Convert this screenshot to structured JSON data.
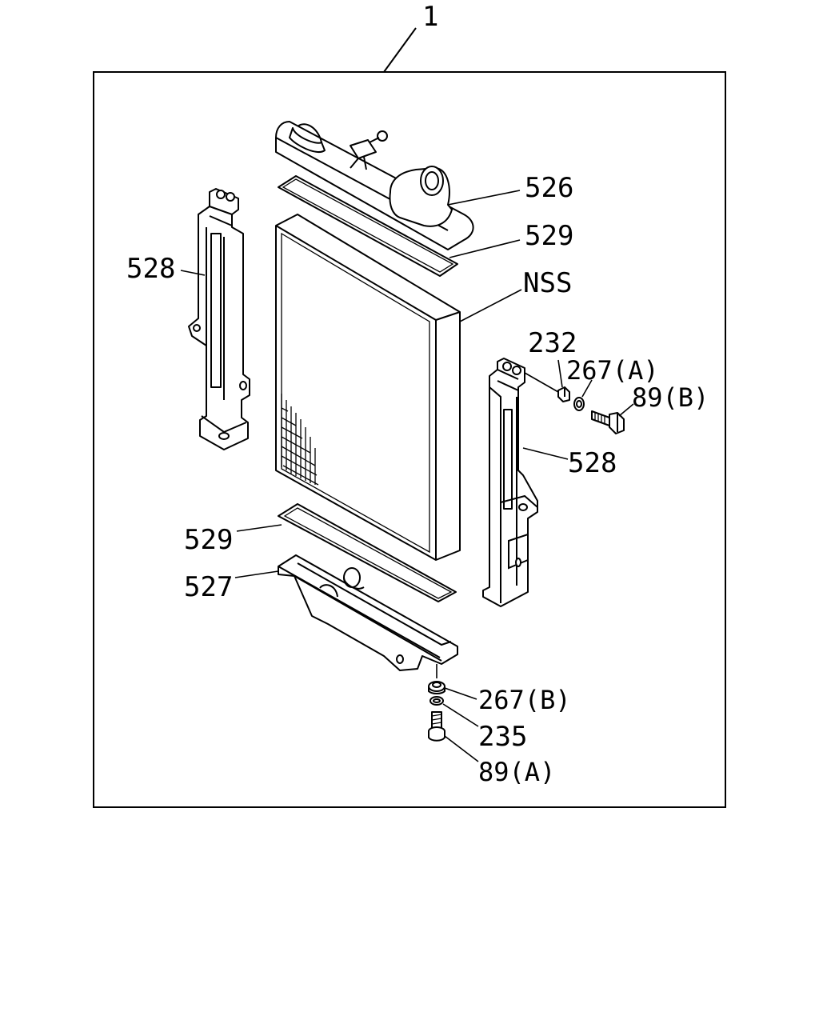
{
  "labels": {
    "assembly": "1",
    "upper_tank": "526",
    "upper_seal": "529",
    "core": "NSS",
    "left_bracket": "528",
    "bolt_232": "232",
    "washer_a": "267(A)",
    "bolt_b": "89(B)",
    "right_bracket": "528",
    "lower_seal": "529",
    "lower_tank": "527",
    "washer_b": "267(B)",
    "washer_235": "235",
    "bolt_a": "89(A)"
  }
}
